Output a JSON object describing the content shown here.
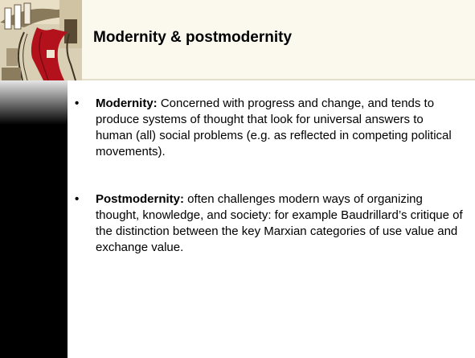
{
  "slide": {
    "title": "Modernity & postmodernity",
    "photo_icon": "staircase-photo-icon",
    "bullets": [
      {
        "symbol": "•",
        "term": "Modernity:",
        "text": " Concerned with progress and change, and tends to produce systems of thought that look for universal answers to human (all) social problems (e.g. as reflected in competing political movements)."
      },
      {
        "symbol": "•",
        "term": "Postmodernity:",
        "text": " often challenges modern ways of organizing thought, knowledge, and society: for example Baudrillard’s critique of the distinction between the key Marxian categories of use value and exchange value."
      }
    ]
  },
  "colors": {
    "left_bar": "#000000",
    "header_background": "#fbf9ee",
    "staircase_red": "#b3121c"
  }
}
